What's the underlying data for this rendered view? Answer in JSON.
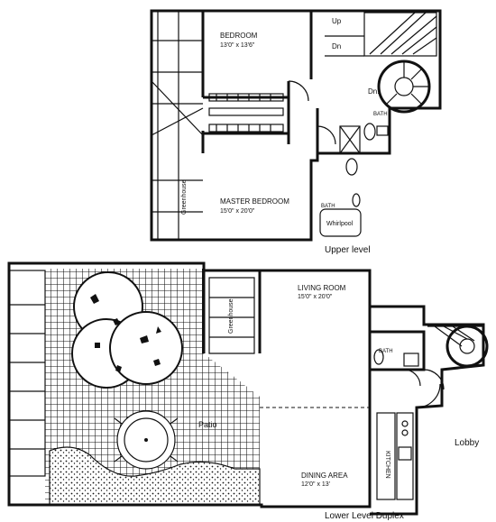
{
  "upper_level": {
    "caption": "Upper level",
    "bedroom": {
      "name": "BEDROOM",
      "size": "13'0\" x 13'6\""
    },
    "master_bedroom": {
      "name": "MASTER BEDROOM",
      "size": "15'0\" x 20'0\""
    },
    "bath_1": "BATH",
    "bath_2": "BATH",
    "whirlpool": "Whirlpool",
    "greenhouse": "Greenhouse",
    "stair_up": "Up",
    "stair_dn_1": "Dn",
    "stair_dn_2": "Dn."
  },
  "lower_level": {
    "caption": "Lower Level Duplex",
    "living_room": {
      "name": "LIVING ROOM",
      "size": "15'0\" x 20'0\""
    },
    "dining_area": {
      "name": "DINING AREA",
      "size": "12'0\" x 13'"
    },
    "kitchen": "KITCHEN",
    "bath": "BATH",
    "greenhouse": "Greenhouse",
    "patio": "Patio",
    "lobby": "Lobby"
  }
}
